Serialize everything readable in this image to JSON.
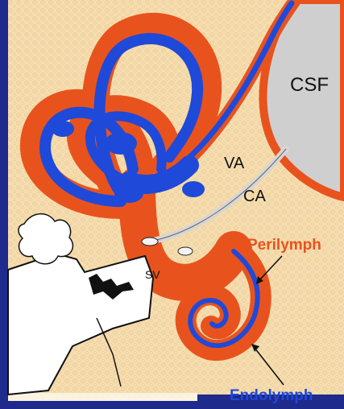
{
  "labels": {
    "csf": "CSF",
    "va": "VA",
    "ca": "CA",
    "sv": "SV",
    "perilymph": "Perilymph",
    "endolymph": "Endolymph"
  },
  "colors": {
    "frame": "#1e2a8c",
    "tissue": "#f6ddb0",
    "perilymph": "#e8531d",
    "endolymph": "#1f49d8",
    "csf": "#d0d0d0",
    "bone": "#ffffff",
    "outline": "#111111"
  }
}
